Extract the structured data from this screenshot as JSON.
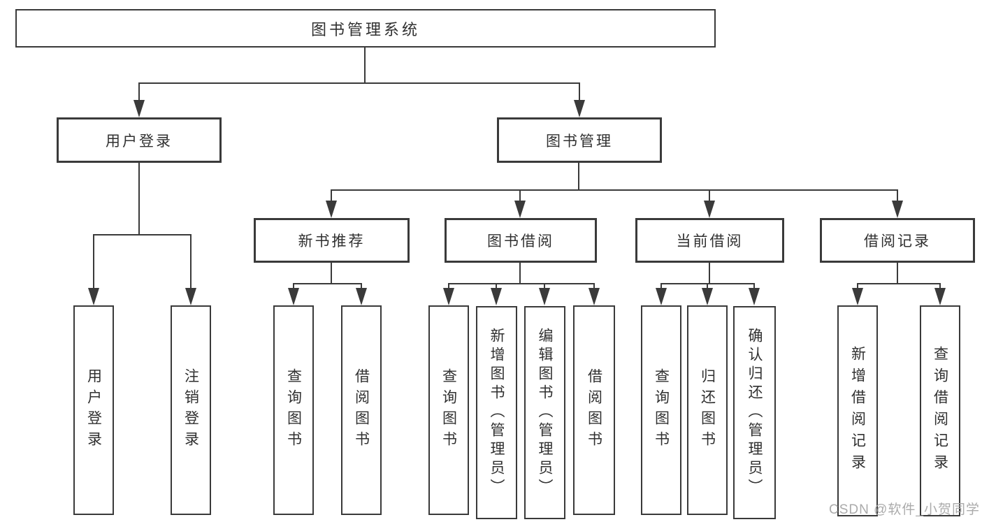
{
  "watermark": "CSDN @软件_小贺同学",
  "tree": {
    "root": {
      "label": "图书管理系统",
      "children": [
        {
          "label": "用户登录",
          "children": [
            {
              "label": "用户登录"
            },
            {
              "label": "注销登录"
            }
          ]
        },
        {
          "label": "图书管理",
          "children": [
            {
              "label": "新书推荐",
              "children": [
                {
                  "label": "查询图书"
                },
                {
                  "label": "借阅图书"
                }
              ]
            },
            {
              "label": "图书借阅",
              "children": [
                {
                  "label": "查询图书"
                },
                {
                  "label": "新增图书（管理员）"
                },
                {
                  "label": "编辑图书（管理员）"
                },
                {
                  "label": "借阅图书"
                }
              ]
            },
            {
              "label": "当前借阅",
              "children": [
                {
                  "label": "查询图书"
                },
                {
                  "label": "归还图书"
                },
                {
                  "label": "确认归还（管理员）"
                }
              ]
            },
            {
              "label": "借阅记录",
              "children": [
                {
                  "label": "新增借阅记录"
                },
                {
                  "label": "查询借阅记录"
                }
              ]
            }
          ]
        }
      ]
    }
  }
}
